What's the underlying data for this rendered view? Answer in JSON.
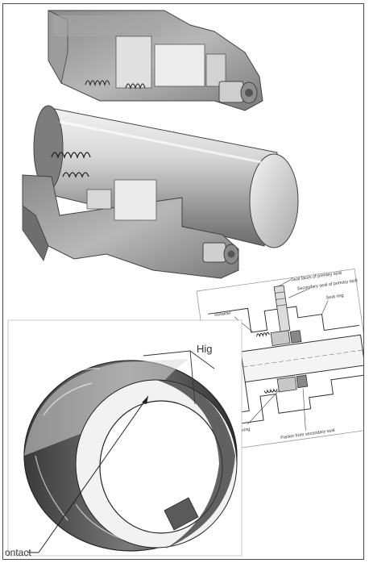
{
  "figures": {
    "seal_cutaway": {},
    "seal_diagram": {
      "labels": {
        "primary_seal_top": "Seal faces of primary seal",
        "secondary_seal": "Secondary seal of primary seal",
        "seal_ring": "Seat ring",
        "retainer": "Retainer",
        "spring": "Spring",
        "bottom": "Packet from secondary seal"
      }
    },
    "seal_ring_closeup": {
      "labels": {
        "high": "Hig",
        "contact": "ontact"
      }
    }
  }
}
